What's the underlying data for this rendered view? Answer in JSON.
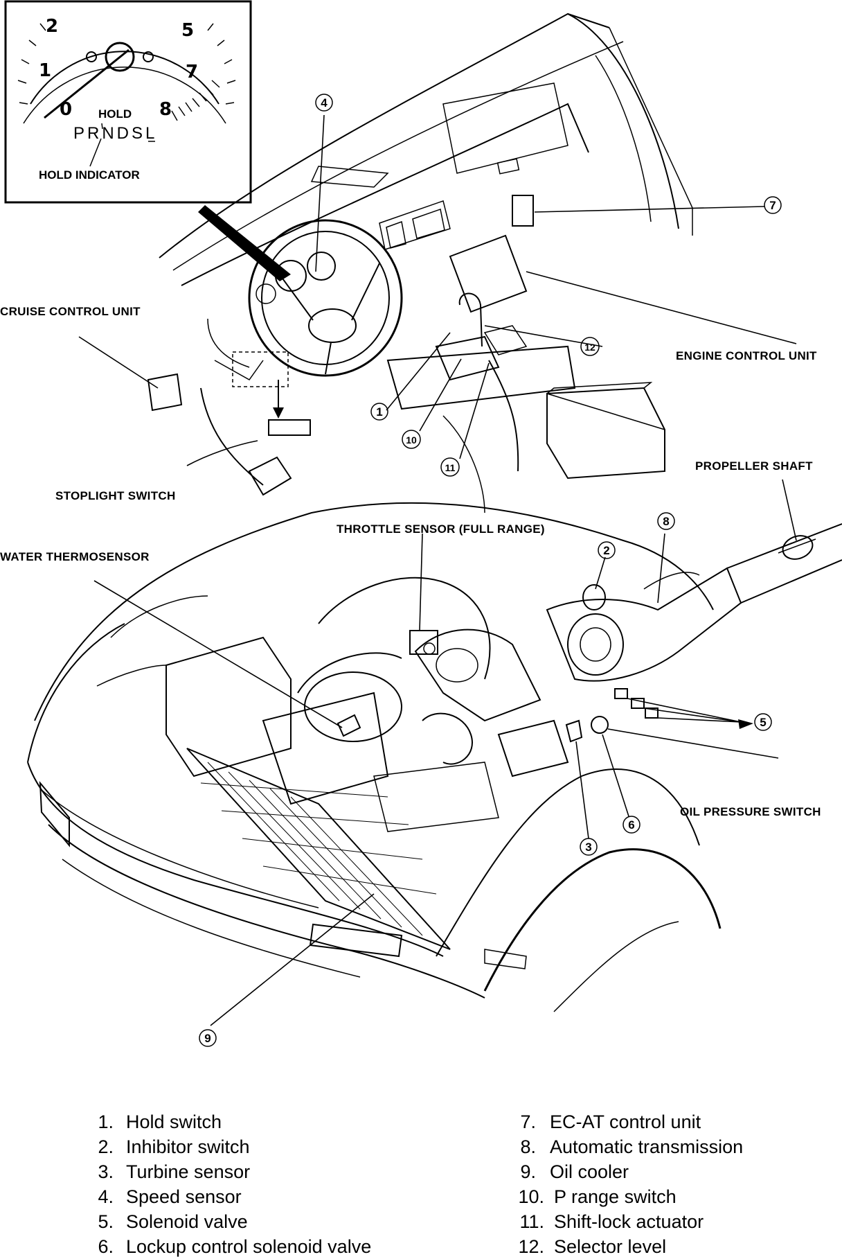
{
  "inset": {
    "gauge_numbers": [
      "2",
      "5",
      "1",
      "7",
      "0",
      "8"
    ],
    "hold_label": "HOLD",
    "gear_positions": "PRNDSL",
    "indicator_label": "HOLD INDICATOR"
  },
  "component_labels": {
    "cruise_control_unit": "CRUISE CONTROL UNIT",
    "engine_control_unit": "ENGINE CONTROL UNIT",
    "stoplight_switch": "STOPLIGHT SWITCH",
    "propeller_shaft": "PROPELLER SHAFT",
    "throttle_sensor": "THROTTLE SENSOR (FULL RANGE)",
    "water_thermosensor": "WATER THERMOSENSOR",
    "oil_pressure_switch": "OIL PRESSURE SWITCH"
  },
  "callouts": [
    "1",
    "2",
    "3",
    "4",
    "5",
    "6",
    "7",
    "8",
    "9",
    "10",
    "11",
    "12"
  ],
  "legend": [
    {
      "num": "1.",
      "label": "Hold switch"
    },
    {
      "num": "2.",
      "label": "Inhibitor switch"
    },
    {
      "num": "3.",
      "label": "Turbine sensor"
    },
    {
      "num": "4.",
      "label": "Speed sensor"
    },
    {
      "num": "5.",
      "label": "Solenoid valve"
    },
    {
      "num": "6.",
      "label": "Lockup control solenoid valve"
    },
    {
      "num": "7.",
      "label": "EC-AT control unit"
    },
    {
      "num": "8.",
      "label": "Automatic transmission"
    },
    {
      "num": "9.",
      "label": "Oil cooler"
    },
    {
      "num": "10.",
      "label": "P range switch"
    },
    {
      "num": "11.",
      "label": "Shift-lock actuator"
    },
    {
      "num": "12.",
      "label": "Selector level"
    }
  ]
}
